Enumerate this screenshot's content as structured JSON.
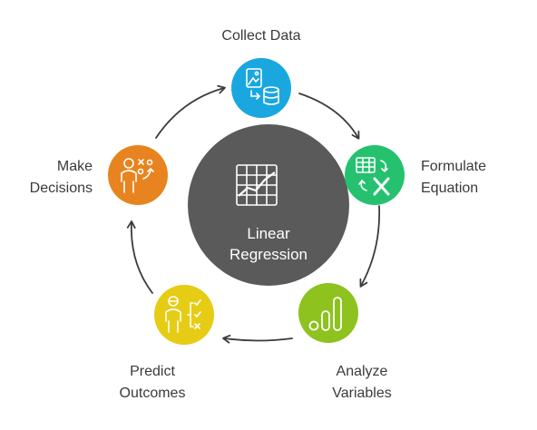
{
  "center": {
    "line1": "Linear",
    "line2": "Regression",
    "color": "#5a5a5a",
    "icon": "line-chart-icon"
  },
  "steps": [
    {
      "id": "collect-data",
      "label_line1": "Collect Data",
      "label_line2": "",
      "color": "#1aa7e0",
      "icon": "image-database-icon"
    },
    {
      "id": "formulate-equation",
      "label_line1": "Formulate",
      "label_line2": "Equation",
      "color": "#25c16f",
      "icon": "spreadsheet-formula-icon"
    },
    {
      "id": "analyze-variables",
      "label_line1": "Analyze",
      "label_line2": "Variables",
      "color": "#8dc21f",
      "icon": "bar-chart-icon"
    },
    {
      "id": "predict-outcomes",
      "label_line1": "Predict",
      "label_line2": "Outcomes",
      "color": "#e6cc14",
      "icon": "person-checklist-icon"
    },
    {
      "id": "make-decisions",
      "label_line1": "Make",
      "label_line2": "Decisions",
      "color": "#e8841f",
      "icon": "person-strategy-icon"
    }
  ],
  "arrow_color": "#3c3c3c"
}
